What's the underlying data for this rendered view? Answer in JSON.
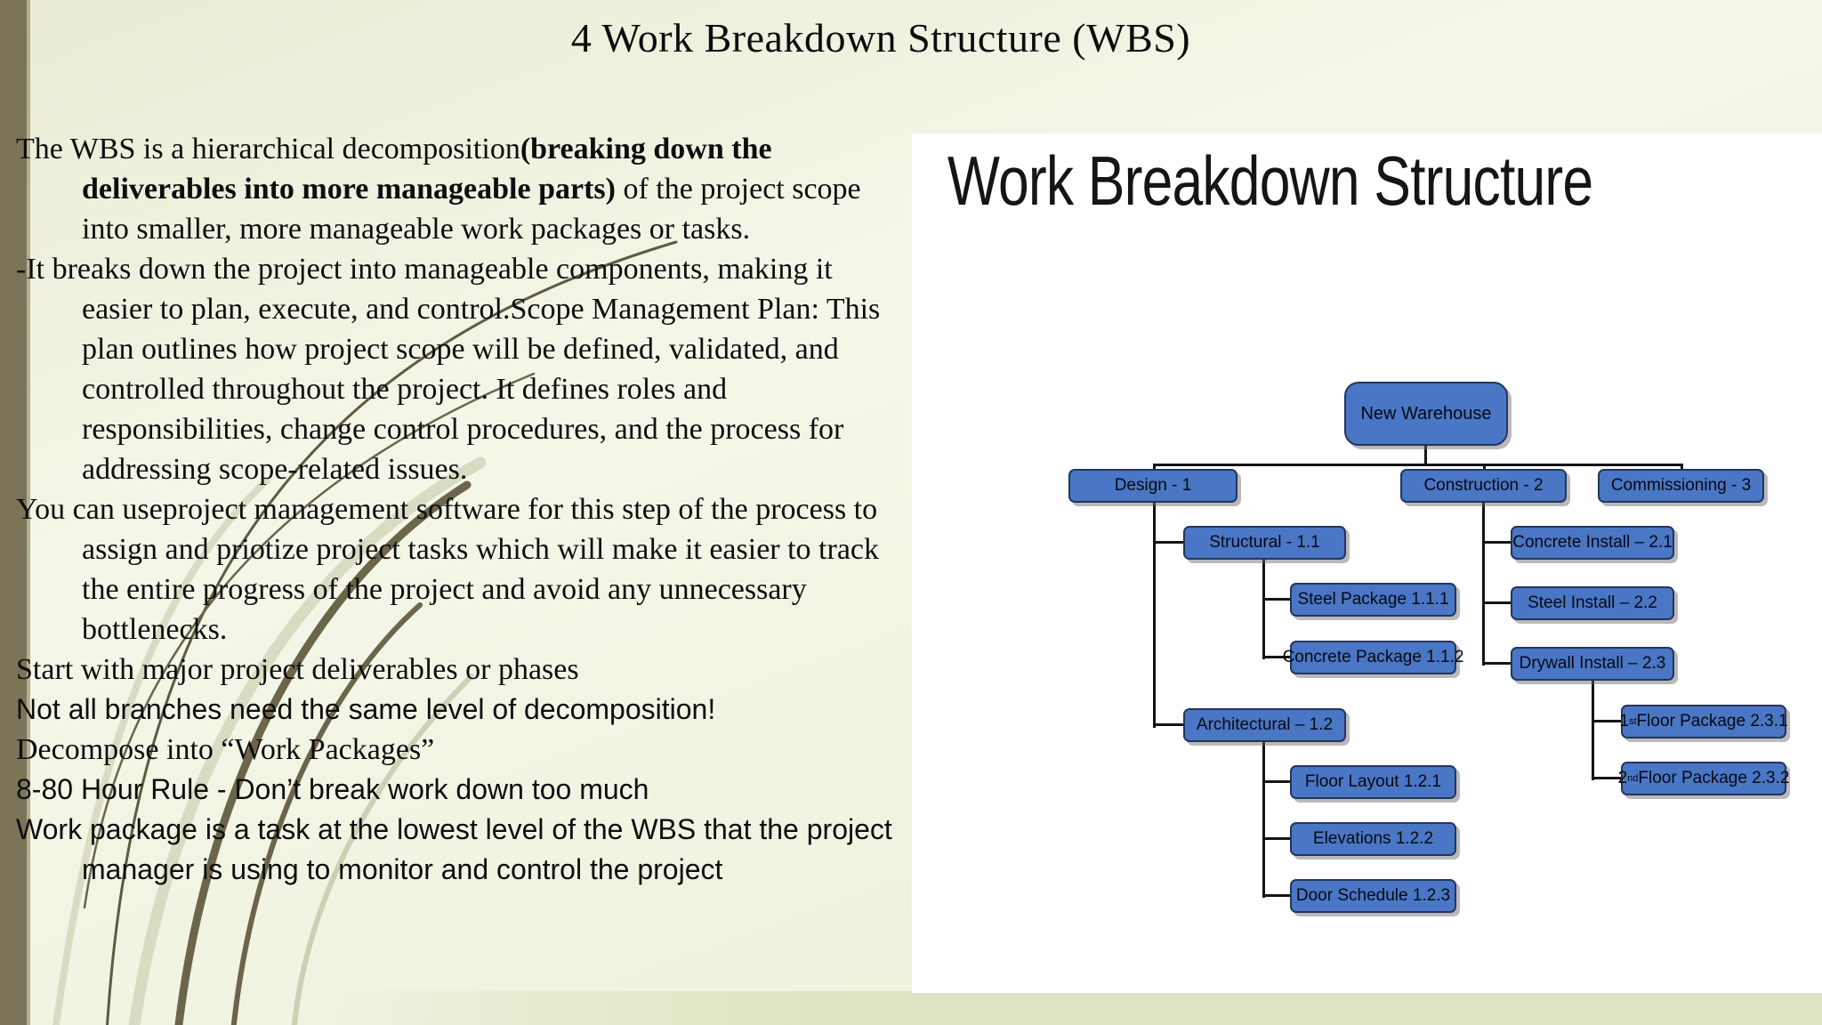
{
  "slide": {
    "title": "4 Work Breakdown Structure (WBS)"
  },
  "body": {
    "p1": {
      "pre": "The WBS is a hierarchical decomposition",
      "bold": "(breaking down the deliverables into more manageable parts)",
      "post": " of the project scope into smaller, more manageable work packages or tasks."
    },
    "p2": "-It breaks down the project into manageable components, making it easier to plan, execute, and control.Scope Management Plan: This plan outlines how project scope will be defined, validated, and controlled throughout the project. It defines roles and responsibilities, change control procedures, and the process for addressing scope-related issues.",
    "p3": "You can useproject management software for this step of the process to assign and priotize project tasks which will make it easier to track the entire progress of the project and avoid any unnecessary bottlenecks.",
    "p4": "Start with major project deliverables or phases",
    "p5": "Not all branches need the same level of decomposition!",
    "p6": "Decompose into “Work Packages”",
    "p7": "8-80 Hour Rule - Don’t break work down too much",
    "p8": "Work package is a task at the lowest level of the WBS that the project manager is using to monitor and control the project"
  },
  "diagram": {
    "title": "Work Breakdown Structure",
    "nodes": {
      "root": "New Warehouse",
      "design": "Design - 1",
      "construction": "Construction - 2",
      "commissioning": "Commissioning - 3",
      "structural": "Structural - 1.1",
      "steelPackage": "Steel Package 1.1.1",
      "concretePackage": "Concrete Package 1.1.2",
      "concreteInstall": "Concrete Install – 2.1",
      "steelInstall": "Steel Install – 2.2",
      "drywallInstall": "Drywall Install – 2.3",
      "architectural": "Architectural – 1.2",
      "floorLayout": "Floor Layout 1.2.1",
      "elevations": "Elevations 1.2.2",
      "doorSchedule": "Door Schedule 1.2.3",
      "floor1": {
        "pre": "1",
        "sup": "st",
        "post": " Floor Package 2.3.1"
      },
      "floor2": {
        "pre": "2",
        "sup": "nd",
        "post": " Floor Package 2.3.2"
      }
    },
    "hierarchy": {
      "New Warehouse": {
        "Design - 1": {
          "Structural - 1.1": [
            "Steel Package 1.1.1",
            "Concrete Package 1.1.2"
          ],
          "Architectural – 1.2": [
            "Floor Layout 1.2.1",
            "Elevations 1.2.2",
            "Door Schedule 1.2.3"
          ]
        },
        "Construction - 2": {
          "Concrete Install – 2.1": [],
          "Steel Install – 2.2": [],
          "Drywall Install – 2.3": [
            "1st Floor Package 2.3.1",
            "2nd Floor Package 2.3.2"
          ]
        },
        "Commissioning - 3": {}
      }
    },
    "colors": {
      "node_fill": "#4a76c6",
      "node_border": "#24355c",
      "panel_background": "#ffffff",
      "connector": "#141414"
    }
  },
  "background": {
    "left_band_color": "#7b7458",
    "bottom_strip_color": "#dde4c1",
    "base_color": "#f1f3e1",
    "swirl_dark_color": "#6b6549",
    "swirl_light_color": "#d9dcc2"
  }
}
